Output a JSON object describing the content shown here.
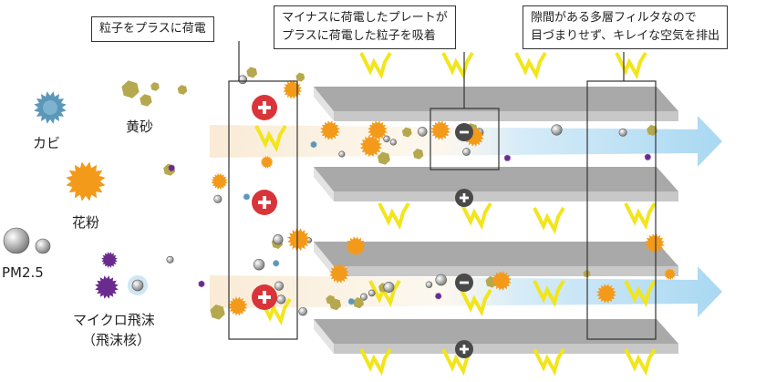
{
  "callouts": {
    "charge": "粒子をプラスに荷電",
    "adsorb_line1": "マイナスに荷電したプレートが",
    "adsorb_line2": "プラスに荷電した粒子を吸着",
    "exhaust_line1": "隙間がある多層フィルタなので",
    "exhaust_line2": "目づまりせず、キレイな空気を排出"
  },
  "particles": {
    "mold": "カビ",
    "yellow_sand": "黄砂",
    "pollen": "花粉",
    "pm25": "PM2.5",
    "micro_droplet": "マイクロ飛沫",
    "droplet_nuclei": "（飛沫核）"
  },
  "colors": {
    "plate_top": "#a9a9a9",
    "plate_front": "#c8c8c8",
    "plus_charge": "#d9343a",
    "minus_charge": "#4a4a4a",
    "air_arrow": "#a9d8f2",
    "pollen": "#f39a1a",
    "sand": "#b5a84e",
    "mold": "#5b97b8",
    "droplet": "#6a2a8e",
    "spark": "#f2e51c"
  }
}
